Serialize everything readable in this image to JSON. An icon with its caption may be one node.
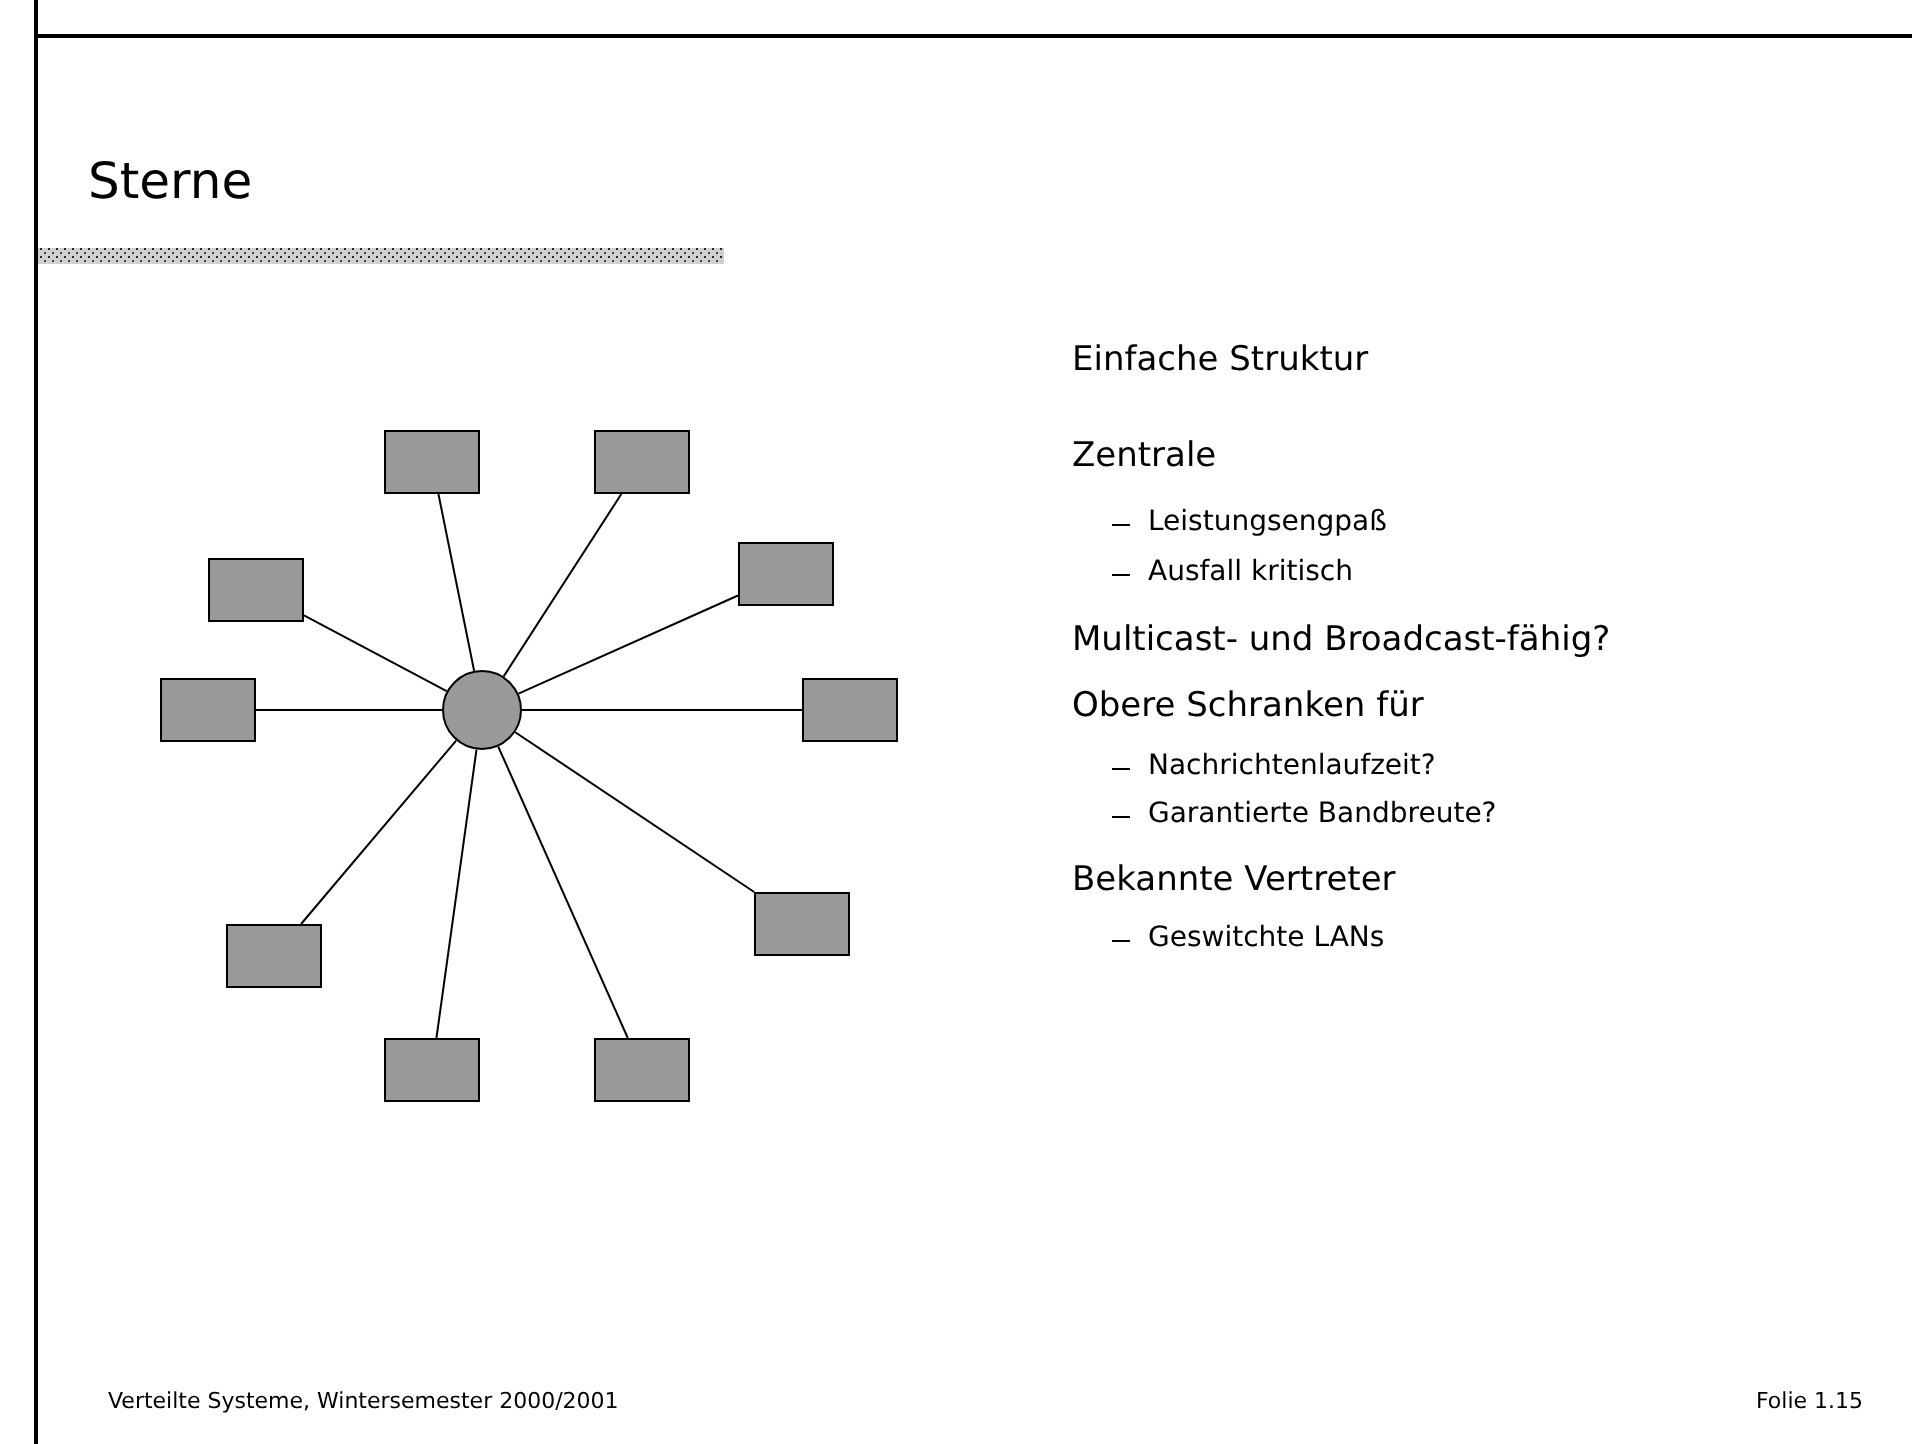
{
  "diagram": {
    "title": "Sterne",
    "nodes": [
      {
        "text": [],
        "shape": "circle"
      },
      {
        "text": [],
        "shape": "box"
      },
      {
        "text": [],
        "shape": "box"
      },
      {
        "text": [],
        "shape": "box"
      },
      {
        "text": [],
        "shape": "box"
      },
      {
        "text": [],
        "shape": "box"
      },
      {
        "text": [],
        "shape": "box"
      },
      {
        "text": [],
        "shape": "box"
      },
      {
        "text": [],
        "shape": "box"
      },
      {
        "text": [],
        "shape": "box"
      },
      {
        "text": [],
        "shape": "box"
      }
    ],
    "edges": [
      {
        "from": 0,
        "to": 1,
        "arrow": "none"
      },
      {
        "from": 0,
        "to": 2,
        "arrow": "none"
      },
      {
        "from": 0,
        "to": 3,
        "arrow": "none"
      },
      {
        "from": 0,
        "to": 4,
        "arrow": "none"
      },
      {
        "from": 0,
        "to": 5,
        "arrow": "none"
      },
      {
        "from": 0,
        "to": 6,
        "arrow": "none"
      },
      {
        "from": 0,
        "to": 7,
        "arrow": "none"
      },
      {
        "from": 0,
        "to": 8,
        "arrow": "none"
      },
      {
        "from": 0,
        "to": 9,
        "arrow": "none"
      },
      {
        "from": 0,
        "to": 10,
        "arrow": "none"
      }
    ],
    "labels": [
      "Einfache Struktur",
      "Zentrale",
      "Leistungsengpaß",
      "Ausfall kritisch",
      "Multicast- und Broadcast-fähig?",
      "Obere Schranken für",
      "Nachrichtenlaufzeit?",
      "Garantierte Bandbreute?",
      "Bekannte Vertreter",
      "Geswitchte LANs",
      "Verteilte Systeme, Wintersemester 2000/2001",
      "Folie 1.15"
    ]
  }
}
